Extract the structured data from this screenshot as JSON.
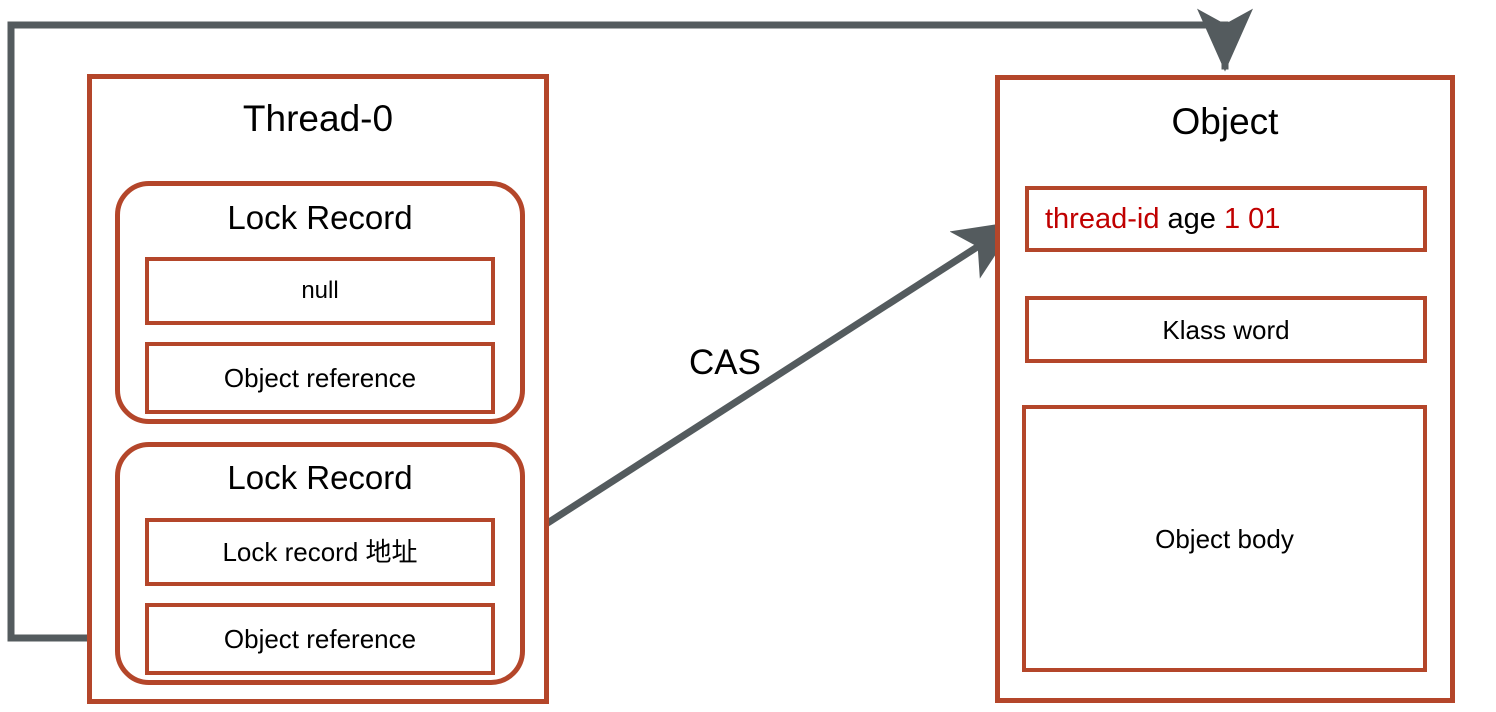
{
  "diagram": {
    "title_thread": "Thread-0",
    "title_object": "Object",
    "cas_label": "CAS",
    "colors": {
      "box_border": "#B4462A",
      "arrow_gray": "#545B5E",
      "text_black": "#000000",
      "text_red": "#C00000",
      "background": "#FFFFFF"
    },
    "thread": {
      "label": "Thread-0",
      "lock_records": [
        {
          "title": "Lock Record",
          "rows": [
            {
              "text": "null"
            },
            {
              "text": "Object reference"
            }
          ]
        },
        {
          "title": "Lock Record",
          "rows": [
            {
              "text": "Lock record 地址"
            },
            {
              "text": "Object reference"
            }
          ]
        }
      ]
    },
    "object": {
      "label": "Object",
      "rows": [
        {
          "name": "mark-word",
          "segments": [
            {
              "text": "thread-id",
              "color": "red"
            },
            {
              "text": " ",
              "color": "black"
            },
            {
              "text": "age",
              "color": "black"
            },
            {
              "text": " ",
              "color": "black"
            },
            {
              "text": "1 01",
              "color": "red"
            }
          ],
          "plain_text": "thread-id age 1 01"
        },
        {
          "name": "klass-word",
          "text": "Klass word"
        },
        {
          "name": "object-body",
          "text": "Object body"
        }
      ]
    },
    "connectors": [
      {
        "name": "object-reference-to-object",
        "style": "elbow",
        "arrowheads": "end",
        "from": "Object reference (lower lock record)",
        "to": "Object box (top)"
      },
      {
        "name": "cas-arrow",
        "style": "straight",
        "arrowheads": "both",
        "from": "Lock record 地址",
        "to": "mark word",
        "label": "CAS"
      }
    ]
  }
}
